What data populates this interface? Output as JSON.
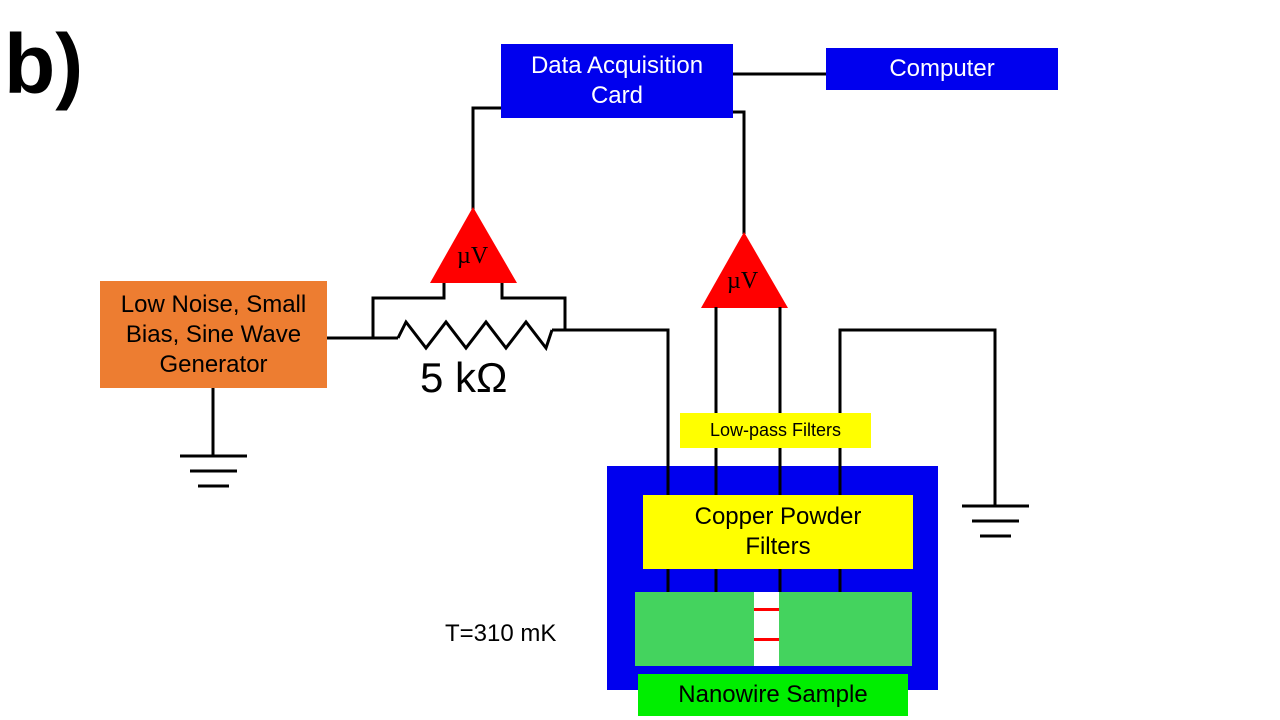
{
  "panel_label": "b)",
  "blocks": {
    "daq": "Data Acquisition\nCard",
    "computer": "Computer",
    "generator": "Low Noise, Small\nBias, Sine Wave\nGenerator",
    "lowpass": "Low-pass Filters",
    "copper": "Copper Powder\nFilters",
    "sample": "Nanowire Sample"
  },
  "amplifiers": {
    "left": "µV",
    "right": "µV"
  },
  "resistor": "5 kΩ",
  "temperature": "T=310 mK",
  "colors": {
    "blue": "#0000ee",
    "orange": "#ed7d31",
    "yellow": "#ffff00",
    "red": "#ff0000",
    "green_sample": "#44d35e",
    "green_label": "#00ee00",
    "wire": "#000000"
  }
}
